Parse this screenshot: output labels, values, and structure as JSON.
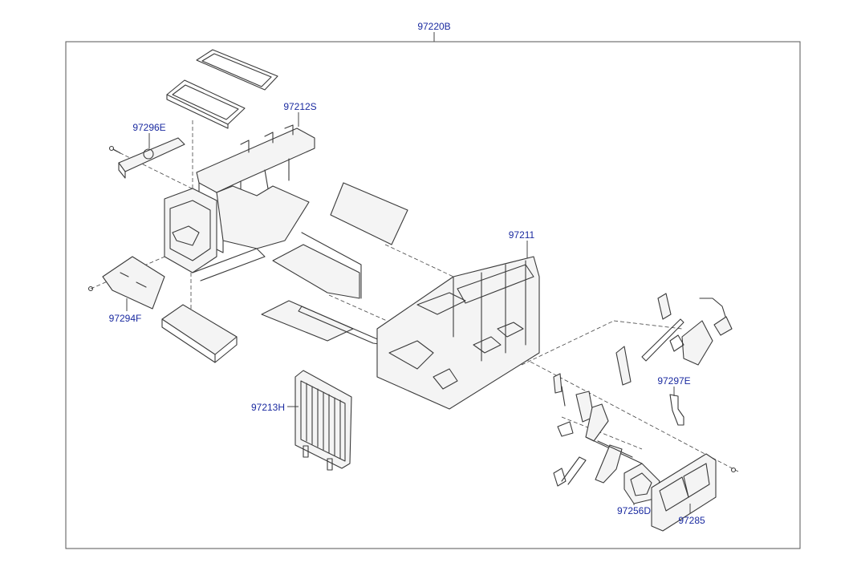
{
  "diagram": {
    "assembly_label": "97220B",
    "callouts": {
      "c97212S": "97212S",
      "c97296E": "97296E",
      "c97211": "97211",
      "c97294F": "97294F",
      "c97213H": "97213H",
      "c97297E": "97297E",
      "c97256D": "97256D",
      "c97285": "97285"
    },
    "colors": {
      "callout_text": "#1a2aa0",
      "line": "#3a3a3a",
      "frame": "#555555"
    }
  }
}
